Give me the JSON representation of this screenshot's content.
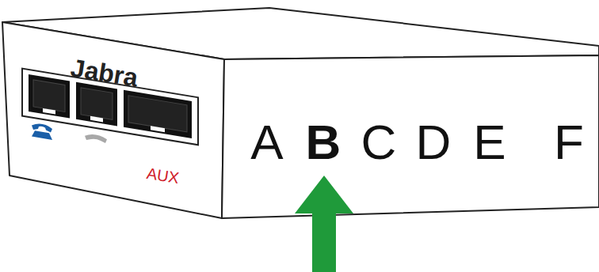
{
  "diagram": {
    "labels": [
      "Jabra",
      "AUX",
      "A",
      "B",
      "C",
      "D",
      "E",
      "F"
    ]
  }
}
